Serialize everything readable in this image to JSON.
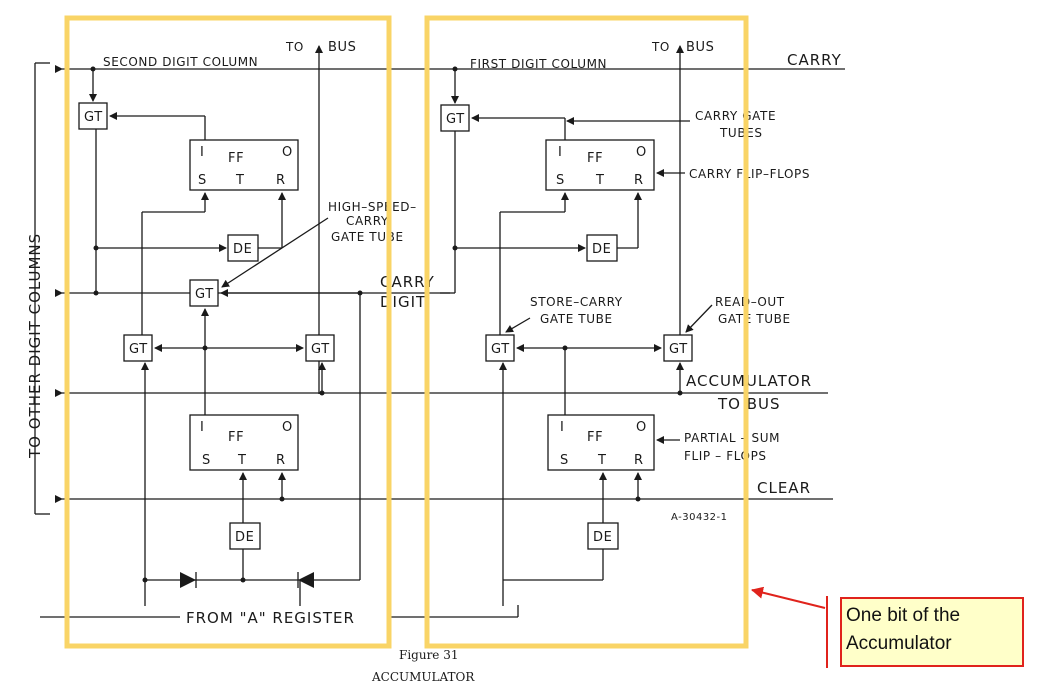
{
  "labels": {
    "to_bus_left": "TO",
    "to_bus_left_2": "BUS",
    "second_digit_column": "SECOND   DIGIT   COLUMN",
    "to_bus_right": "TO",
    "to_bus_right_2": "BUS",
    "first_digit_column": "FIRST   DIGIT   COLUMN",
    "carry": "CARRY",
    "carry_gate_tubes_1": "CARRY  GATE",
    "carry_gate_tubes_2": "TUBES",
    "carry_flip_flops": "CARRY  FLIP–FLOPS",
    "high_speed_1": "HIGH–SPEED–",
    "high_speed_2": "CARRY",
    "high_speed_3": "GATE TUBE",
    "carry_digit_1": "CARRY",
    "carry_digit_2": "DIGIT",
    "store_carry_1": "STORE–CARRY",
    "store_carry_2": "GATE TUBE",
    "read_out_1": "READ–OUT",
    "read_out_2": "GATE  TUBE",
    "accumulator": "ACCUMULATOR",
    "to_bus_acc": "TO BUS",
    "partial_sum_1": "PARTIAL – SUM",
    "partial_sum_2": "FLIP – FLOPS",
    "clear": "CLEAR",
    "drawing_no": "A-30432-1",
    "side_label": "TO OTHER DIGIT   COLUMNS",
    "from_a_register": "FROM \"A\" REGISTER",
    "figure_no": "Figure 31",
    "figure_title": "ACCUMULATOR"
  },
  "components": {
    "gt": "GT",
    "de": "DE",
    "ff": "FF",
    "pin_i": "I",
    "pin_o": "O",
    "pin_s": "S",
    "pin_t": "T",
    "pin_r": "R"
  },
  "callout": {
    "text_line1": "One bit of the",
    "text_line2": "Accumulator"
  },
  "colors": {
    "highlight": "#F9D466",
    "callout_border": "#E0231C",
    "callout_fill": "#FFFFC9",
    "ink": "#1a1a1a"
  }
}
